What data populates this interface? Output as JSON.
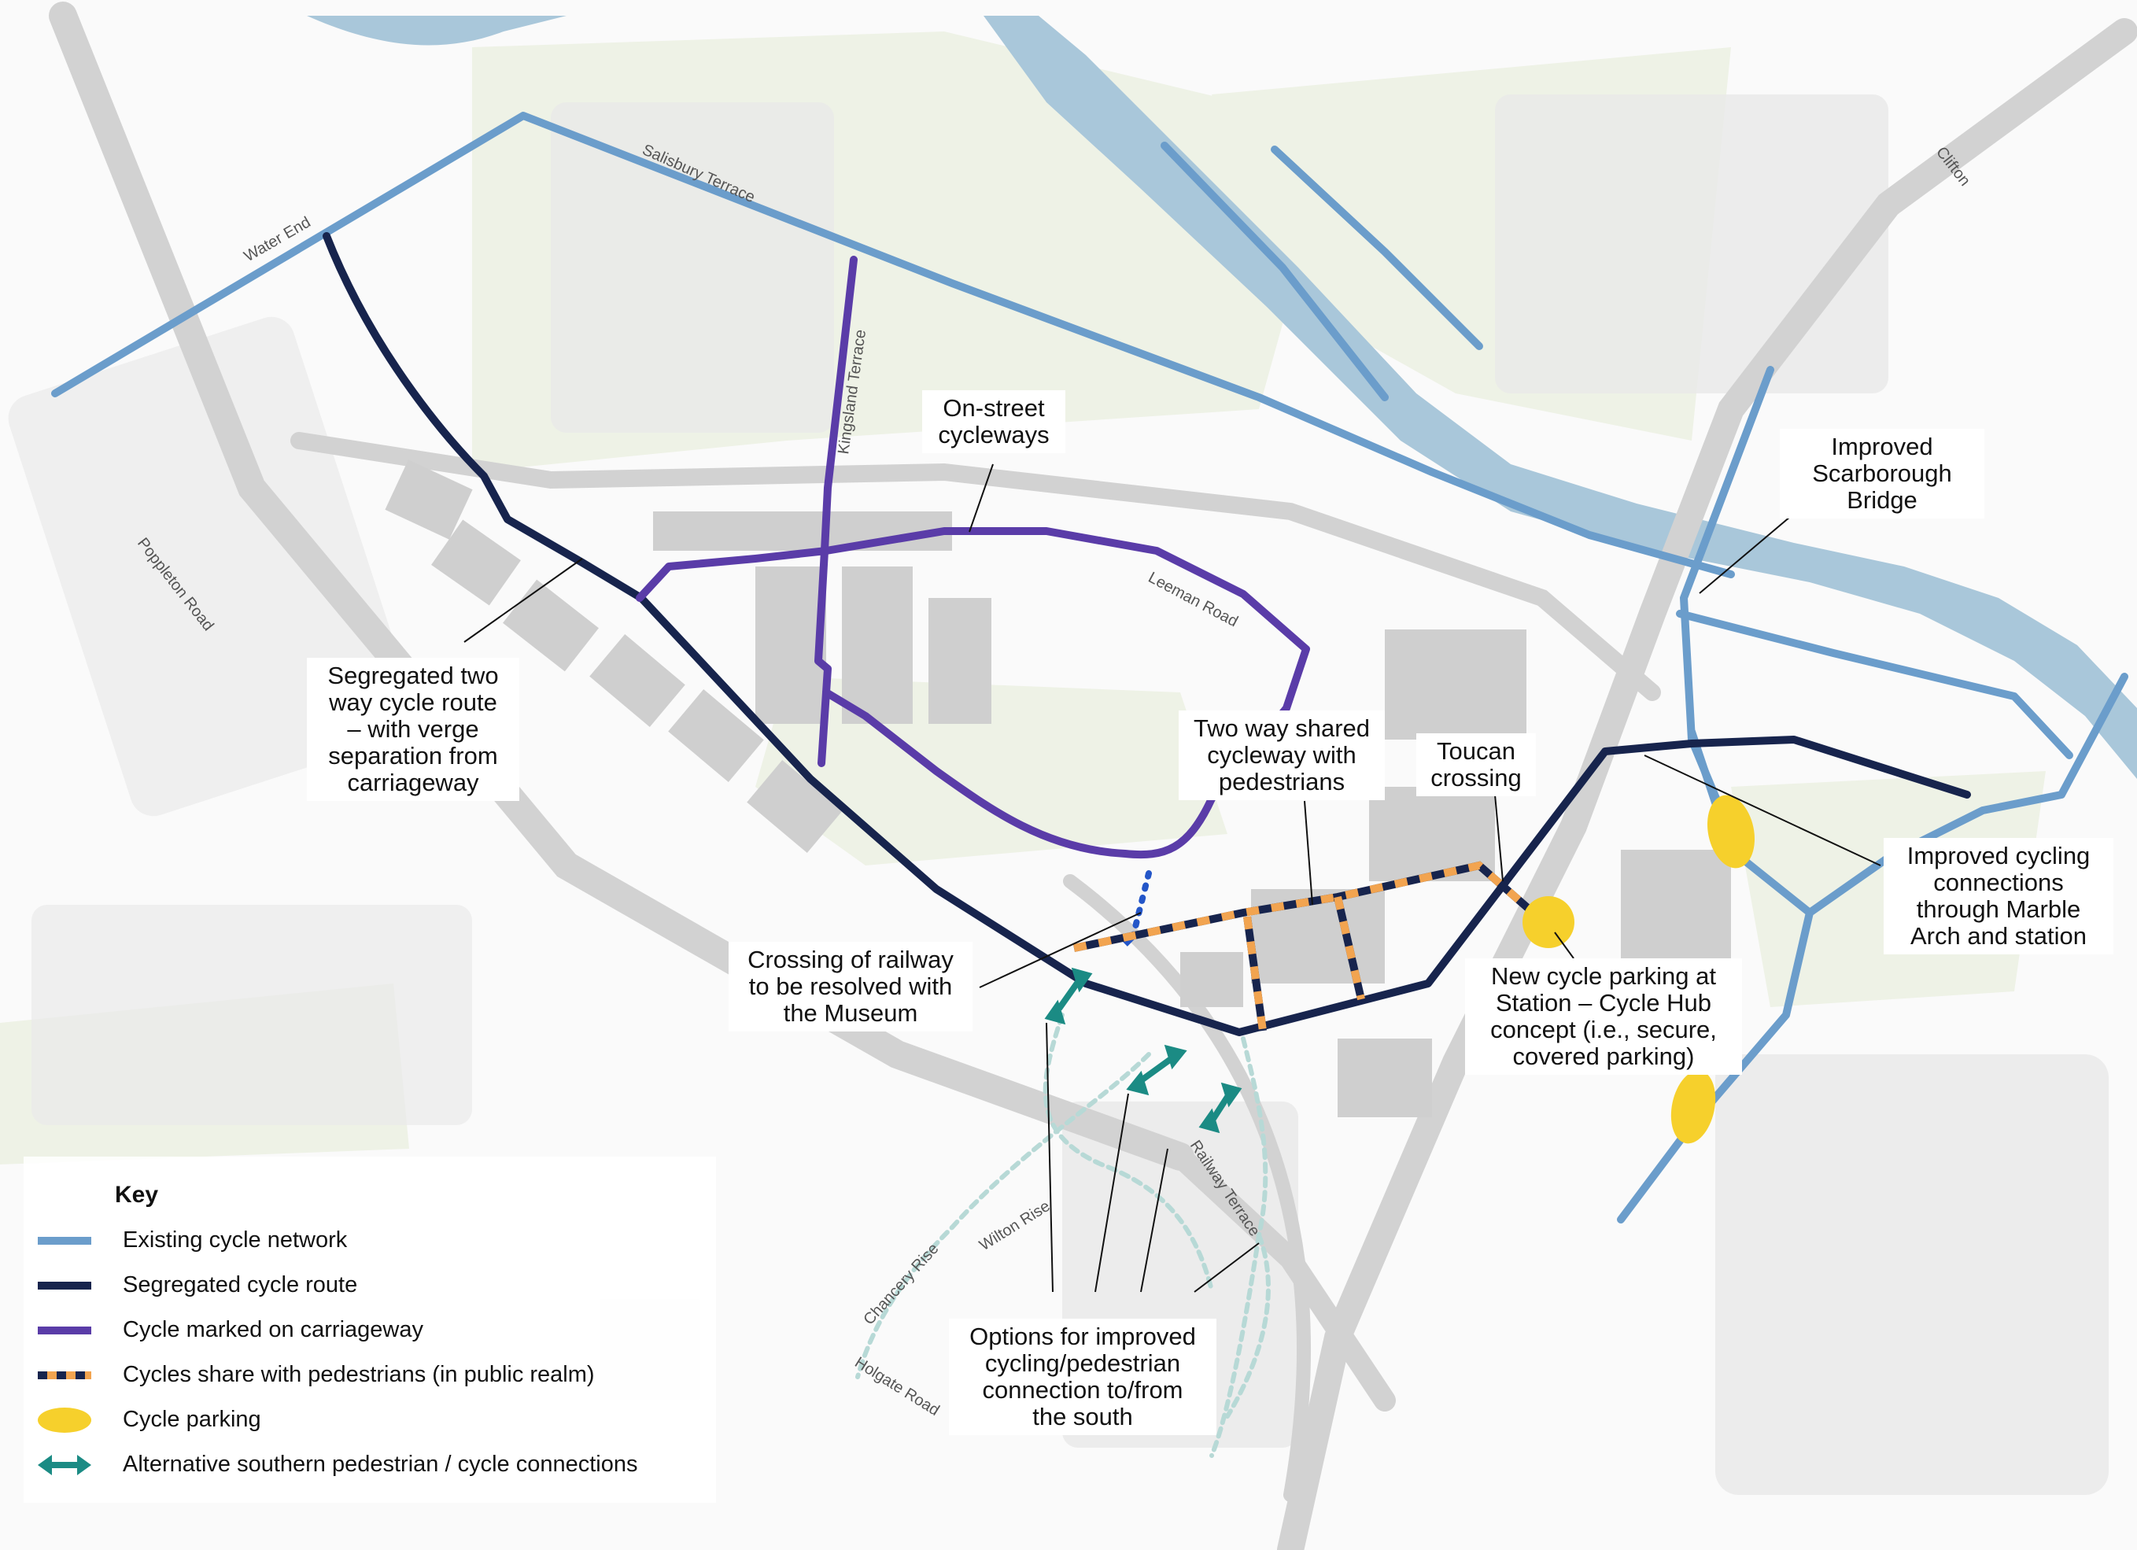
{
  "colors": {
    "existing": "#6b9dcb",
    "segregated": "#17244d",
    "marked": "#5a3ca8",
    "shared_dark": "#17244d",
    "shared_orange": "#f2a450",
    "parking": "#f6d02c",
    "alternative": "#1b8b84",
    "river": "#a9c7da",
    "rail": "#d2d2d2",
    "building": "#cfcfcf",
    "green": "#eef2e6"
  },
  "streets": {
    "water_end": "Water End",
    "salisbury_terrace": "Salisbury Terrace",
    "kingsland_terrace": "Kingsland Terrace",
    "leeman_road": "Leeman Road",
    "poppleton_road": "Poppleton Road",
    "clifton": "Clifton",
    "wilton_rise": "Wilton Rise",
    "chancery_rise": "Chancery Rise",
    "holgate_road": "Holgate Road",
    "railway_terrace": "Railway Terrace"
  },
  "callouts": {
    "on_street": [
      "On-street",
      "cycleways"
    ],
    "scarborough": [
      "Improved",
      "Scarborough",
      "Bridge"
    ],
    "segregated": [
      "Segregated two",
      "way cycle route",
      "– with verge",
      "separation from",
      "carriageway"
    ],
    "two_way_shared": [
      "Two way shared",
      "cycleway with",
      "pedestrians"
    ],
    "toucan": [
      "Toucan",
      "crossing"
    ],
    "marble_arch": [
      "Improved cycling",
      "connections",
      "through Marble",
      "Arch and station"
    ],
    "crossing_railway": [
      "Crossing of railway",
      "to be resolved with",
      "the Museum"
    ],
    "cycle_hub": [
      "New cycle parking at",
      "Station – Cycle Hub",
      "concept (i.e., secure,",
      "covered parking)"
    ],
    "options_south": [
      "Options for improved",
      "cycling/pedestrian",
      "connection to/from",
      "the south"
    ]
  },
  "key": {
    "title": "Key",
    "items": [
      {
        "label": "Existing cycle network",
        "type": "existing"
      },
      {
        "label": "Segregated cycle route",
        "type": "segregated"
      },
      {
        "label": "Cycle marked on carriageway",
        "type": "marked"
      },
      {
        "label": "Cycles share with pedestrians (in public realm)",
        "type": "shared"
      },
      {
        "label": "Cycle parking",
        "type": "parking"
      },
      {
        "label": "Alternative southern pedestrian / cycle connections",
        "type": "alternative"
      }
    ]
  }
}
